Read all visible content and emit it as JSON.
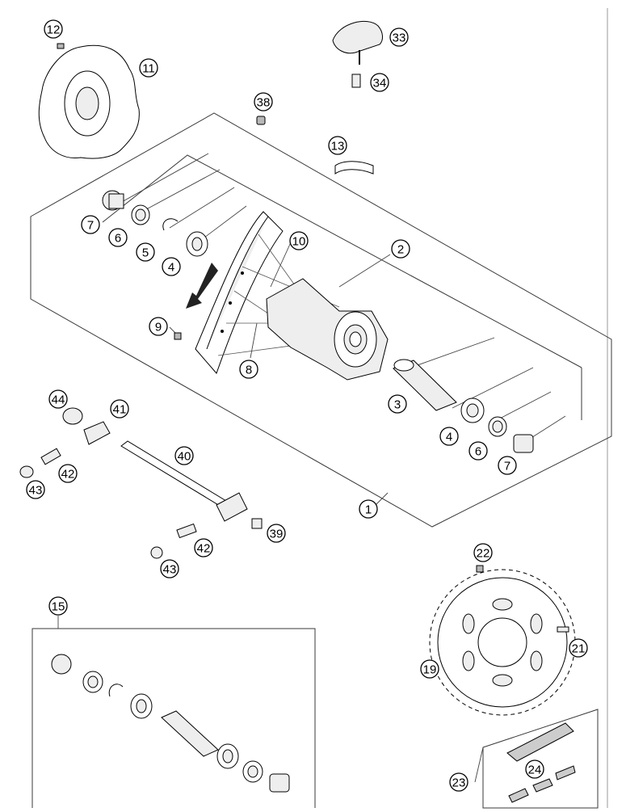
{
  "diagram": {
    "type": "exploded-parts-diagram",
    "callouts": [
      {
        "id": "12",
        "label": "12"
      },
      {
        "id": "11",
        "label": "11"
      },
      {
        "id": "33",
        "label": "33"
      },
      {
        "id": "34",
        "label": "34"
      },
      {
        "id": "38",
        "label": "38"
      },
      {
        "id": "13",
        "label": "13"
      },
      {
        "id": "7a",
        "label": "7"
      },
      {
        "id": "6a",
        "label": "6"
      },
      {
        "id": "5",
        "label": "5"
      },
      {
        "id": "4a",
        "label": "4"
      },
      {
        "id": "10",
        "label": "10"
      },
      {
        "id": "2",
        "label": "2"
      },
      {
        "id": "9",
        "label": "9"
      },
      {
        "id": "8",
        "label": "8"
      },
      {
        "id": "3",
        "label": "3"
      },
      {
        "id": "4b",
        "label": "4"
      },
      {
        "id": "6b",
        "label": "6"
      },
      {
        "id": "7b",
        "label": "7"
      },
      {
        "id": "44",
        "label": "44"
      },
      {
        "id": "41",
        "label": "41"
      },
      {
        "id": "40",
        "label": "40"
      },
      {
        "id": "42a",
        "label": "42"
      },
      {
        "id": "43a",
        "label": "43"
      },
      {
        "id": "1",
        "label": "1"
      },
      {
        "id": "39",
        "label": "39"
      },
      {
        "id": "42b",
        "label": "42"
      },
      {
        "id": "43b",
        "label": "43"
      },
      {
        "id": "22",
        "label": "22"
      },
      {
        "id": "15",
        "label": "15"
      },
      {
        "id": "21",
        "label": "21"
      },
      {
        "id": "19",
        "label": "19"
      },
      {
        "id": "24",
        "label": "24"
      },
      {
        "id": "23",
        "label": "23"
      }
    ]
  }
}
